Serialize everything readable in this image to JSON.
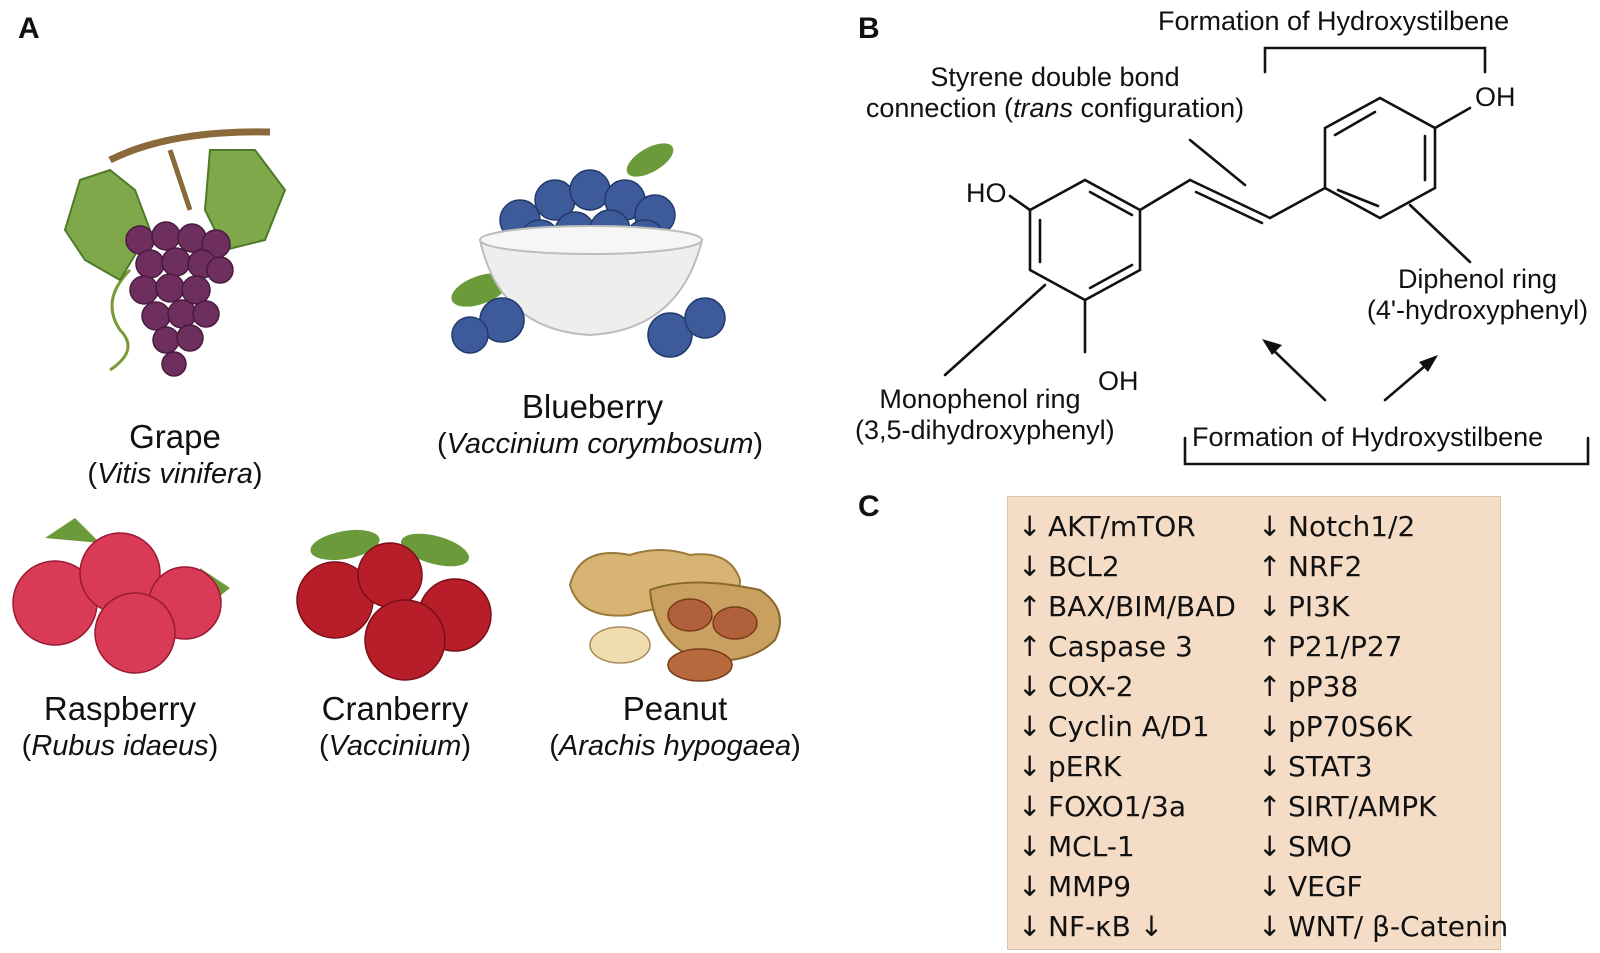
{
  "panels": {
    "a": "A",
    "b": "B",
    "c": "C"
  },
  "fruits": [
    {
      "name": "Grape",
      "sci_open": "(",
      "sci": "Vitis vinifera",
      "sci_close": ")"
    },
    {
      "name": "Blueberry",
      "sci_open": "(",
      "sci": "Vaccinium corymbosum",
      "sci_close": ")"
    },
    {
      "name": "Raspberry",
      "sci_open": "(",
      "sci": "Rubus idaeus",
      "sci_close": ")"
    },
    {
      "name": "Cranberry",
      "sci_open": "(",
      "sci": "Vaccinium",
      "sci_close": ")"
    },
    {
      "name": "Peanut",
      "sci_open": "(",
      "sci": "Arachis hypogaea",
      "sci_close": ")"
    }
  ],
  "structure": {
    "top_bracket_label": "Formation of Hydroxystilbene",
    "styrene_label_line1": "Styrene double bond",
    "styrene_label_line2_pre": "connection (",
    "styrene_label_line2_italic": "trans",
    "styrene_label_line2_post": " configuration)",
    "oh_top": "OH",
    "oh_left": "HO",
    "oh_bottom": "OH",
    "diphenol_line1": "Diphenol ring",
    "diphenol_line2": "(4'-hydroxyphenyl)",
    "monophenol_line1": "Monophenol ring",
    "monophenol_line2": "(3,5-dihydroxyphenyl)",
    "bottom_bracket_label": "Formation of Hydroxystilbene"
  },
  "targets": {
    "left": [
      {
        "arrow": "↓",
        "label": "AKT/mTOR"
      },
      {
        "arrow": "↓",
        "label": "BCL2"
      },
      {
        "arrow": "↑",
        "label": "BAX/BIM/BAD"
      },
      {
        "arrow": "↑",
        "label": "Caspase 3"
      },
      {
        "arrow": "↓",
        "label": "COX-2"
      },
      {
        "arrow": "↓",
        "label": "Cyclin A/D1"
      },
      {
        "arrow": "↓",
        "label": "pERK"
      },
      {
        "arrow": "↓",
        "label": "FOXO1/3a"
      },
      {
        "arrow": "↓",
        "label": "MCL-1"
      },
      {
        "arrow": "↓",
        "label": "MMP9"
      },
      {
        "arrow": "↓",
        "label": "NF-κB ↓"
      }
    ],
    "right": [
      {
        "arrow": "↓",
        "label": "Notch1/2"
      },
      {
        "arrow": "↑",
        "label": "NRF2"
      },
      {
        "arrow": "↓",
        "label": "PI3K"
      },
      {
        "arrow": "↑",
        "label": "P21/P27"
      },
      {
        "arrow": "↑",
        "label": "pP38"
      },
      {
        "arrow": "↓",
        "label": "pP70S6K"
      },
      {
        "arrow": "↓",
        "label": "STAT3"
      },
      {
        "arrow": "↑",
        "label": "SIRT/AMPK"
      },
      {
        "arrow": "↓",
        "label": "SMO"
      },
      {
        "arrow": "↓",
        "label": "VEGF"
      },
      {
        "arrow": "↓",
        "label": "WNT/ β-Catenin"
      }
    ]
  },
  "colors": {
    "grape": "#6e2f5e",
    "blueberry": "#3d5a9a",
    "raspberry": "#d93a55",
    "cranberry": "#b81d2a",
    "peanut_shell": "#d8b474",
    "leaf": "#6a9a3a",
    "targets_bg": "#f4dcc6"
  }
}
